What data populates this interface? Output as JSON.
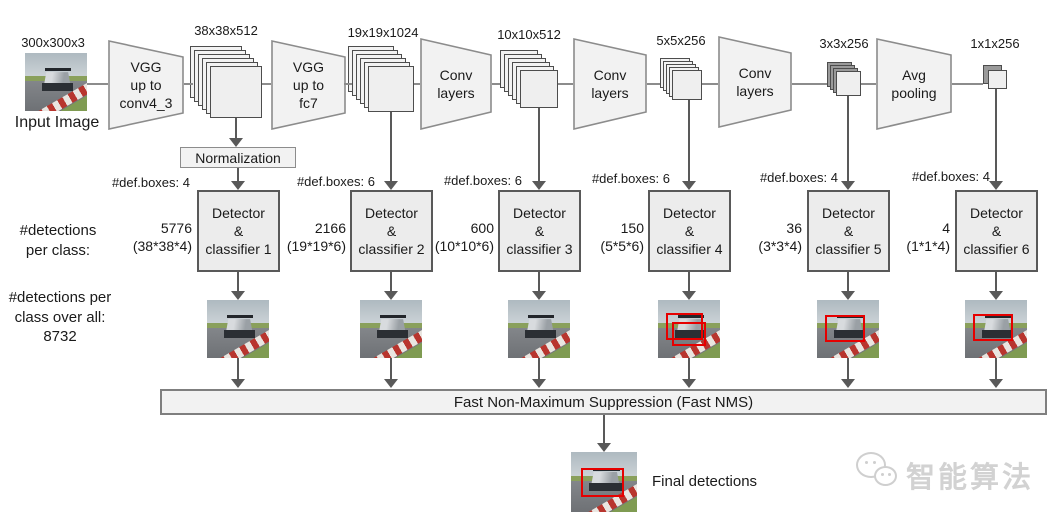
{
  "diagram": {
    "input": {
      "size_label": "300x300x3",
      "caption": "Input Image"
    },
    "stages": {
      "blocks": [
        "VGG\nup to\nconv4_3",
        "VGG\nup to\nfc7",
        "Conv\nlayers",
        "Conv\nlayers",
        "Conv\nlayers",
        "Avg\npooling"
      ],
      "map_labels": [
        "38x38x512",
        "19x19x1024",
        "10x10x512",
        "5x5x256",
        "3x3x256",
        "1x1x256"
      ]
    },
    "normalization_label": "Normalization",
    "annotations": {
      "per_class": "#detections\nper class:",
      "overall": "#detections per\nclass over all:\n8732"
    },
    "detectors": [
      {
        "def_boxes": "#def.boxes: 4",
        "count": "5776\n(38*38*4)",
        "label": "Detector\n&\nclassifier 1"
      },
      {
        "def_boxes": "#def.boxes: 6",
        "count": "2166\n(19*19*6)",
        "label": "Detector\n&\nclassifier 2"
      },
      {
        "def_boxes": "#def.boxes: 6",
        "count": "600\n(10*10*6)",
        "label": "Detector\n&\nclassifier 3"
      },
      {
        "def_boxes": "#def.boxes: 6",
        "count": "150\n(5*5*6)",
        "label": "Detector\n&\nclassifier 4"
      },
      {
        "def_boxes": "#def.boxes: 4",
        "count": "36\n(3*3*4)",
        "label": "Detector\n&\nclassifier 5"
      },
      {
        "def_boxes": "#def.boxes: 4",
        "count": "4\n(1*1*4)",
        "label": "Detector\n&\nclassifier 6"
      }
    ],
    "nms_label": "Fast Non-Maximum  Suppression (Fast NMS)",
    "final_label": "Final detections",
    "watermark_text": "智能算法",
    "colors": {
      "arrow": "#595959",
      "block_fill": "#f2f2f2",
      "detector_fill": "#ececec",
      "red_box": "#e60000"
    }
  }
}
